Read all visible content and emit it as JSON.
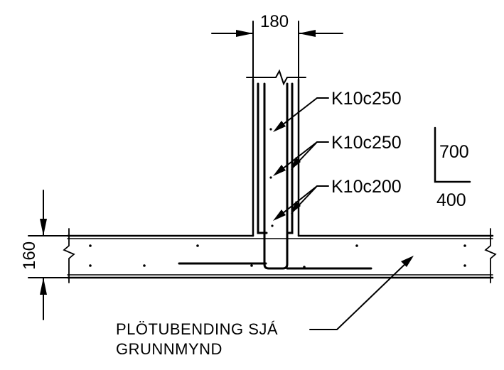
{
  "dimensions": {
    "wall_thickness": "180",
    "slab_thickness": "160"
  },
  "rebar_labels": [
    {
      "text": "K10c250"
    },
    {
      "text": "K10c250"
    },
    {
      "text": "K10c200"
    }
  ],
  "bend_schedule": {
    "vertical_leg": "700",
    "horizontal_leg": "400"
  },
  "note": {
    "line1": "PLÖTUBENDING SJÁ",
    "line2": "GRUNNMYND"
  },
  "colors": {
    "ink": "#000000",
    "paper": "#ffffff"
  }
}
